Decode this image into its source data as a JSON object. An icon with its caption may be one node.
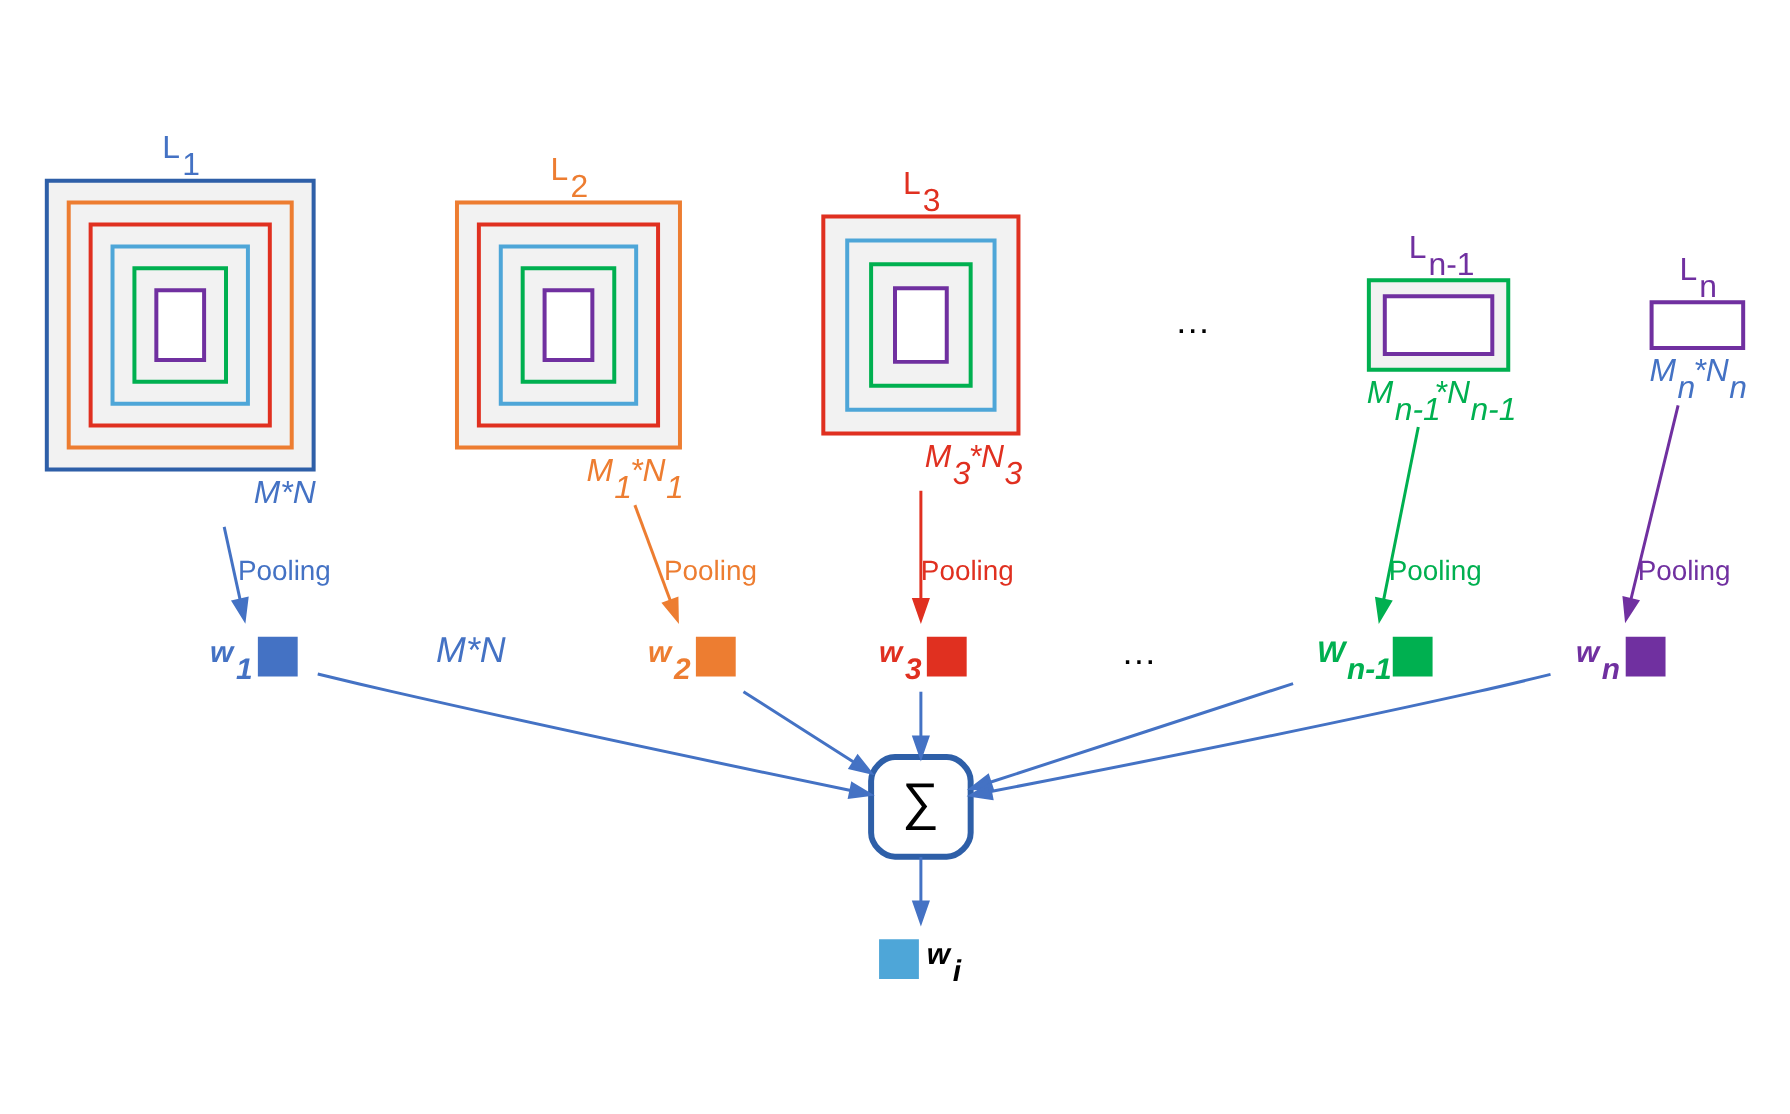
{
  "diagram": {
    "nodes": [
      {
        "text": [
          "L$_{1}$"
        ],
        "beside": [
          "M*N"
        ]
      },
      {
        "text": [
          "L$_{2}$"
        ],
        "beside": [
          "M$_{1}$*N$_{1}$"
        ]
      },
      {
        "text": [
          "L$_{3}$"
        ],
        "beside": [
          "M$_{3}$*N$_{3}$"
        ]
      },
      {
        "text": [
          "L$_{n-1}$"
        ],
        "beside": [
          "M$_{n-1}$*N$_{n-1}$"
        ]
      },
      {
        "text": [
          "L$_{n}$"
        ],
        "beside": [
          "M$_{n}$*N$_{n}$"
        ]
      },
      {
        "text": [
          "w$_{1}$"
        ]
      },
      {
        "text": [
          "w$_{2}$"
        ]
      },
      {
        "text": [
          "w$_{3}$"
        ]
      },
      {
        "text": [
          "W$_{n-1}$"
        ]
      },
      {
        "text": [
          "w$_{n}$"
        ]
      },
      {
        "text": [
          "∑"
        ]
      },
      {
        "text": [
          "w$_{i}$"
        ]
      }
    ],
    "edges": [
      {
        "from": 0,
        "to": 5,
        "arrow": "to",
        "label": "Pooling"
      },
      {
        "from": 1,
        "to": 6,
        "arrow": "to",
        "label": "Pooling",
        "color": "#ed7d31"
      },
      {
        "from": 2,
        "to": 7,
        "arrow": "to",
        "label": "Pooling",
        "color": "#e03020"
      },
      {
        "from": 3,
        "to": 8,
        "arrow": "to",
        "label": "Pooling",
        "color": "#00b050"
      },
      {
        "from": 4,
        "to": 9,
        "arrow": "to",
        "label": "Pooling",
        "color": "#7030a0"
      },
      {
        "from": 5,
        "to": 10,
        "arrow": "to"
      },
      {
        "from": 6,
        "to": 10,
        "arrow": "to"
      },
      {
        "from": 7,
        "to": 10,
        "arrow": "to"
      },
      {
        "from": 8,
        "to": 10,
        "arrow": "to"
      },
      {
        "from": 9,
        "to": 10,
        "arrow": "to"
      },
      {
        "from": 10,
        "to": 11,
        "arrow": "to"
      }
    ],
    "labels": [
      "…",
      "M*N",
      "…"
    ]
  }
}
